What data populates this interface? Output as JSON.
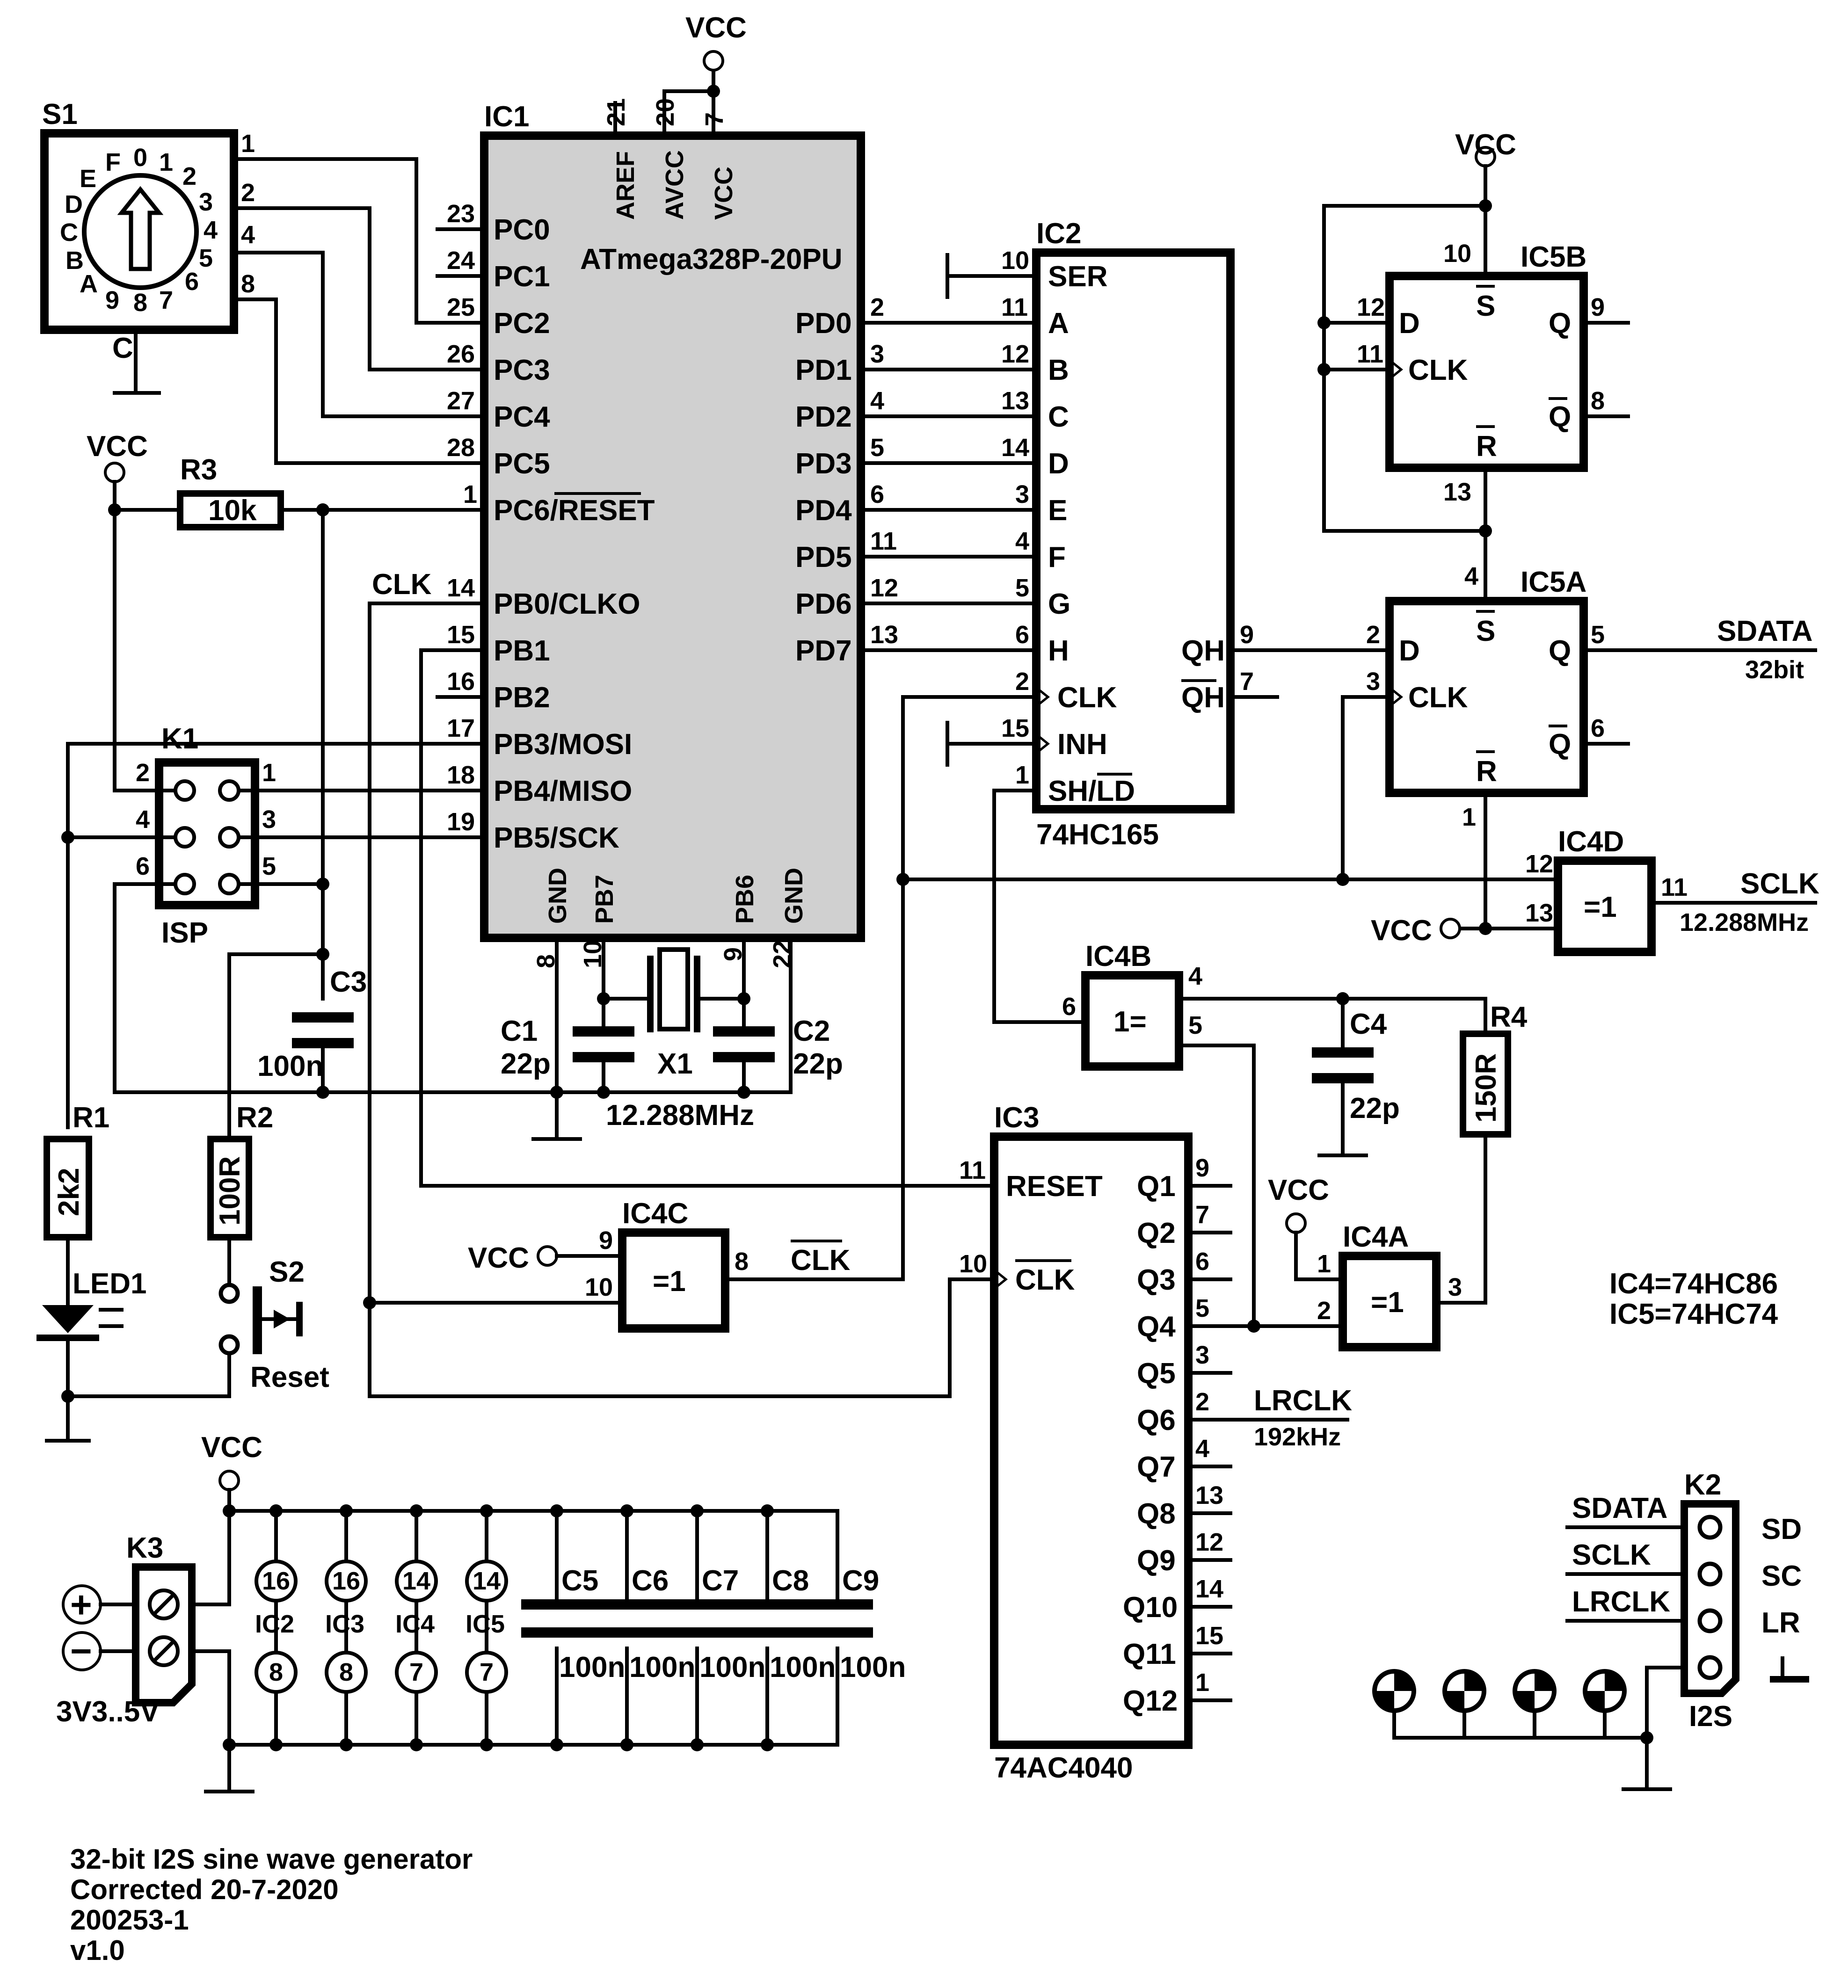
{
  "title_block": {
    "line1": "32-bit I2S sine wave generator",
    "line2": "Corrected 20-7-2020",
    "line3": "200253-1",
    "line4": "v1.0"
  },
  "notes": [
    "IC4=74HC86",
    "IC5=74HC74"
  ],
  "vcc": "VCC",
  "ic1": {
    "ref": "IC1",
    "part": "ATmega328P-20PU",
    "top_pins": [
      {
        "n": "21",
        "name": "AREF"
      },
      {
        "n": "20",
        "name": "AVCC"
      },
      {
        "n": "7",
        "name": "VCC"
      }
    ],
    "left_pins": [
      {
        "n": "23",
        "name": "PC0"
      },
      {
        "n": "24",
        "name": "PC1"
      },
      {
        "n": "25",
        "name": "PC2"
      },
      {
        "n": "26",
        "name": "PC3"
      },
      {
        "n": "27",
        "name": "PC4"
      },
      {
        "n": "28",
        "name": "PC5"
      },
      {
        "n": "1",
        "name": "PC6/RESET"
      },
      {
        "n": "14",
        "name": "PB0/CLKO"
      },
      {
        "n": "15",
        "name": "PB1"
      },
      {
        "n": "16",
        "name": "PB2"
      },
      {
        "n": "17",
        "name": "PB3/MOSI"
      },
      {
        "n": "18",
        "name": "PB4/MISO"
      },
      {
        "n": "19",
        "name": "PB5/SCK"
      }
    ],
    "right_pins": [
      {
        "n": "2",
        "name": "PD0"
      },
      {
        "n": "3",
        "name": "PD1"
      },
      {
        "n": "4",
        "name": "PD2"
      },
      {
        "n": "5",
        "name": "PD3"
      },
      {
        "n": "6",
        "name": "PD4"
      },
      {
        "n": "11",
        "name": "PD5"
      },
      {
        "n": "12",
        "name": "PD6"
      },
      {
        "n": "13",
        "name": "PD7"
      }
    ],
    "bottom_pins": [
      {
        "n": "8",
        "name": "GND"
      },
      {
        "n": "10",
        "name": "PB7"
      },
      {
        "n": "9",
        "name": "PB6"
      },
      {
        "n": "22",
        "name": "GND"
      }
    ]
  },
  "ic2": {
    "ref": "IC2",
    "part": "74HC165",
    "left_pins": [
      {
        "n": "10",
        "name": "SER"
      },
      {
        "n": "11",
        "name": "A"
      },
      {
        "n": "12",
        "name": "B"
      },
      {
        "n": "13",
        "name": "C"
      },
      {
        "n": "14",
        "name": "D"
      },
      {
        "n": "3",
        "name": "E"
      },
      {
        "n": "4",
        "name": "F"
      },
      {
        "n": "5",
        "name": "G"
      },
      {
        "n": "6",
        "name": "H"
      },
      {
        "n": "2",
        "name": "CLK"
      },
      {
        "n": "15",
        "name": "INH"
      },
      {
        "n": "1",
        "name": "SH/LD"
      }
    ],
    "right_pins": [
      {
        "n": "9",
        "name": "QH"
      },
      {
        "n": "7",
        "name": "QH"
      }
    ]
  },
  "ic3": {
    "ref": "IC3",
    "part": "74AC4040",
    "left_pins": [
      {
        "n": "11",
        "name": "RESET"
      },
      {
        "n": "10",
        "name": "CLK"
      }
    ],
    "right_pins": [
      {
        "n": "9",
        "name": "Q1"
      },
      {
        "n": "7",
        "name": "Q2"
      },
      {
        "n": "6",
        "name": "Q3"
      },
      {
        "n": "5",
        "name": "Q4"
      },
      {
        "n": "3",
        "name": "Q5"
      },
      {
        "n": "2",
        "name": "Q6"
      },
      {
        "n": "4",
        "name": "Q7"
      },
      {
        "n": "13",
        "name": "Q8"
      },
      {
        "n": "12",
        "name": "Q9"
      },
      {
        "n": "14",
        "name": "Q10"
      },
      {
        "n": "15",
        "name": "Q11"
      },
      {
        "n": "1",
        "name": "Q12"
      }
    ]
  },
  "ic5b": {
    "ref": "IC5B",
    "pins": {
      "s": "10",
      "d": "12",
      "clk": "11",
      "r": "13",
      "q": "9",
      "qn": "8"
    },
    "labels": {
      "s": "S",
      "d": "D",
      "clk": "CLK",
      "r": "R",
      "q": "Q",
      "qn": "Q"
    }
  },
  "ic5a": {
    "ref": "IC5A",
    "pins": {
      "s": "4",
      "d": "2",
      "clk": "3",
      "r": "1",
      "q": "5",
      "qn": "6"
    },
    "labels": {
      "s": "S",
      "d": "D",
      "clk": "CLK",
      "r": "R",
      "q": "Q",
      "qn": "Q"
    }
  },
  "ic4a": {
    "ref": "IC4A",
    "sym": "=1",
    "pins": [
      "1",
      "2",
      "3"
    ]
  },
  "ic4b": {
    "ref": "IC4B",
    "sym": "1=",
    "pins": [
      "4",
      "5",
      "6"
    ]
  },
  "ic4c": {
    "ref": "IC4C",
    "sym": "=1",
    "pins": [
      "9",
      "10",
      "8"
    ]
  },
  "ic4d": {
    "ref": "IC4D",
    "sym": "=1",
    "pins": [
      "12",
      "13",
      "11"
    ]
  },
  "s1": {
    "ref": "S1",
    "dial": [
      "0",
      "1",
      "2",
      "3",
      "4",
      "5",
      "6",
      "7",
      "8",
      "9",
      "A",
      "B",
      "C",
      "D",
      "E",
      "F"
    ],
    "pins": [
      "1",
      "2",
      "4",
      "8"
    ],
    "common": "C"
  },
  "k1": {
    "ref": "K1",
    "name": "ISP",
    "pins": [
      "2",
      "1",
      "4",
      "3",
      "6",
      "5"
    ]
  },
  "k2": {
    "ref": "K2",
    "name": "I2S",
    "left": [
      "SDATA",
      "SCLK",
      "LRCLK"
    ],
    "right": [
      "SD",
      "SC",
      "LR"
    ]
  },
  "k3": {
    "ref": "K3",
    "supply": "3V3..5V",
    "plus": "+",
    "minus": "−"
  },
  "resistors": {
    "r1": {
      "ref": "R1",
      "val": "2k2"
    },
    "r2": {
      "ref": "R2",
      "val": "100R"
    },
    "r3": {
      "ref": "R3",
      "val": "10k"
    },
    "r4": {
      "ref": "R4",
      "val": "150R"
    }
  },
  "caps": {
    "c1": {
      "ref": "C1",
      "val": "22p"
    },
    "c2": {
      "ref": "C2",
      "val": "22p"
    },
    "c3": {
      "ref": "C3",
      "val": "100n"
    },
    "c4": {
      "ref": "C4",
      "val": "22p"
    },
    "c5": {
      "ref": "C5",
      "val": "100n"
    },
    "c6": {
      "ref": "C6",
      "val": "100n"
    },
    "c7": {
      "ref": "C7",
      "val": "100n"
    },
    "c8": {
      "ref": "C8",
      "val": "100n"
    },
    "c9": {
      "ref": "C9",
      "val": "100n"
    }
  },
  "x1": {
    "ref": "X1",
    "val": "12.288MHz"
  },
  "led1": {
    "ref": "LED1"
  },
  "s2": {
    "ref": "S2",
    "name": "Reset"
  },
  "nets": {
    "clk": "CLK",
    "clk_n": "CLK",
    "sdata": "SDATA",
    "sdata_info": "32bit",
    "sclk": "SCLK",
    "sclk_info": "12.288MHz",
    "lrclk": "LRCLK",
    "lrclk_info": "192kHz"
  },
  "power_table": [
    {
      "ref": "IC2",
      "vcc": "16",
      "gnd": "8"
    },
    {
      "ref": "IC3",
      "vcc": "16",
      "gnd": "8"
    },
    {
      "ref": "IC4",
      "vcc": "14",
      "gnd": "7"
    },
    {
      "ref": "IC5",
      "vcc": "14",
      "gnd": "7"
    }
  ]
}
